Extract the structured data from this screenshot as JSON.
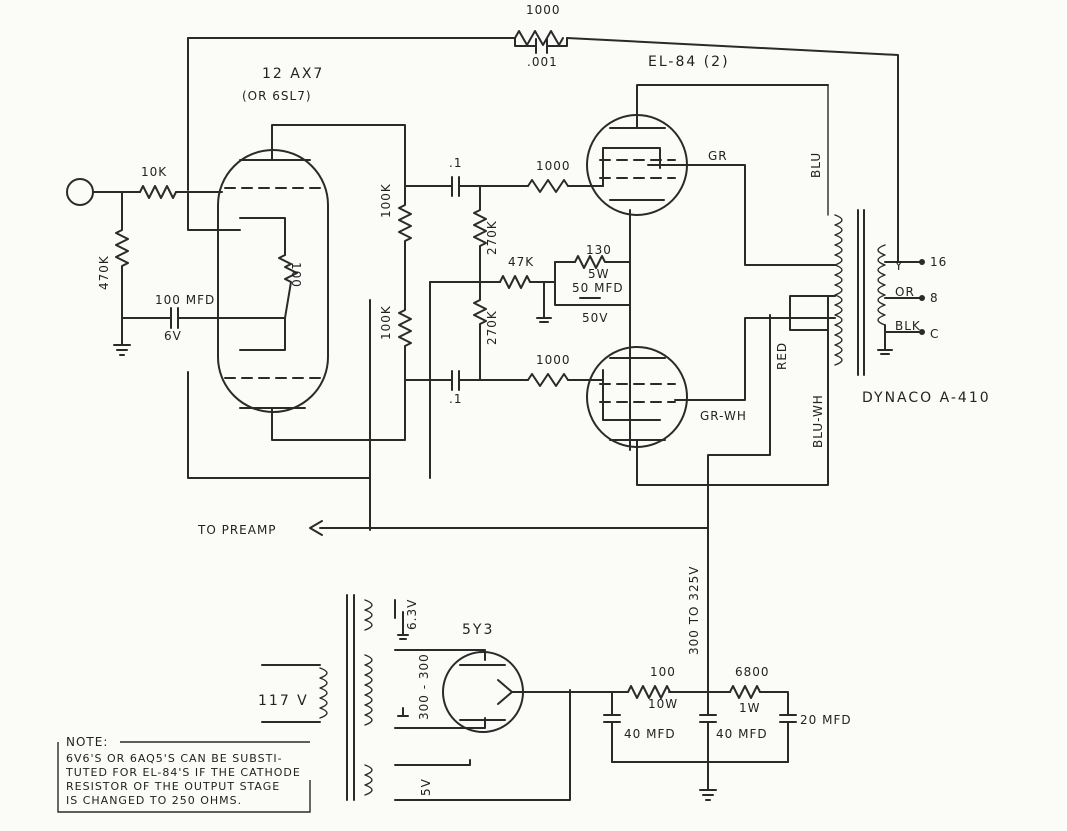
{
  "tubes": {
    "preamp": {
      "name": "12 AX7",
      "alt": "(OR 6SL7)"
    },
    "output": {
      "name": "EL-84 (2)"
    },
    "rectifier": {
      "name": "5Y3"
    }
  },
  "components": {
    "r_fb": "1000",
    "c_fb": ".001",
    "r_input": "10K",
    "r_grid": "470K",
    "r_cathode": "100",
    "c_cathode": "100 MFD",
    "c_cathode_v": "6V",
    "r_plate_top": "100K",
    "r_plate_bot": "100K",
    "c_couple_top": ".1",
    "c_couple_bot": ".1",
    "r_gs_top": "1000",
    "r_gs_bot": "1000",
    "r_grid_top": "270K",
    "r_grid_bot": "270K",
    "r_bias": "47K",
    "r_cath_out": "130",
    "r_cath_out_w": "5W",
    "c_cath_out": "50 MFD",
    "c_cath_out_v": "50V",
    "r_filter1": "100",
    "r_filter1_w": "10W",
    "r_filter2": "6800",
    "r_filter2_w": "1W",
    "c_f1": "40 MFD",
    "c_f2": "40 MFD",
    "c_f3": "20 MFD"
  },
  "transformer": {
    "name": "DYNACO A-410",
    "wire_gr": "GR",
    "wire_grwh": "GR-WH",
    "wire_blu": "BLU",
    "wire_bluwh": "BLU-WH",
    "wire_red": "RED",
    "tap_y": "Y",
    "tap_or": "OR",
    "tap_blk": "BLK",
    "out_16": "16",
    "out_8": "8",
    "out_c": "C"
  },
  "power": {
    "mains": "117 V",
    "heater": "6.3V",
    "hv": "300 - 300",
    "rect_heater": "5V",
    "bplus": "300 TO 325V",
    "to_preamp": "TO PREAMP"
  },
  "note": {
    "title": "NOTE:",
    "lines": [
      "6V6'S OR 6AQ5'S CAN BE SUBSTI-",
      "TUTED FOR EL-84'S IF THE CATHODE",
      "RESISTOR OF THE OUTPUT STAGE",
      "IS CHANGED TO 250 OHMS."
    ]
  }
}
